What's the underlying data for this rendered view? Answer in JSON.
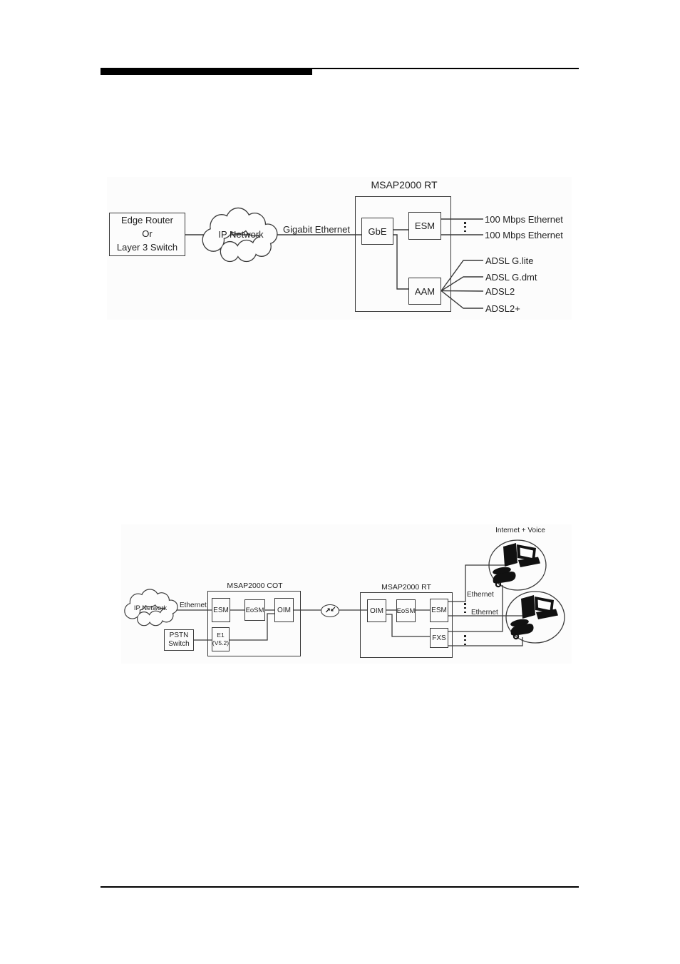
{
  "page": {
    "background": "#ffffff",
    "ink": "#333333"
  },
  "figure1": {
    "title": "MSAP2000 RT",
    "nodes": {
      "edge_router": "Edge Router\nOr\nLayer 3 Switch",
      "ip_network": "IP Network",
      "gbe": "GbE",
      "esm": "ESM",
      "aam": "AAM"
    },
    "labels": {
      "gigabit_ethernet": "Gigabit Ethernet",
      "ethernet_100_top": "100 Mbps Ethernet",
      "ethernet_100_bottom": "100 Mbps Ethernet",
      "adsl_g_lite": "ADSL G.lite",
      "adsl_g_dmt": "ADSL G.dmt",
      "adsl2": "ADSL2",
      "adsl2_plus": "ADSL2+"
    }
  },
  "figure2": {
    "titles": {
      "cot": "MSAP2000 COT",
      "rt": "MSAP2000 RT"
    },
    "nodes": {
      "ip_network": "IP Network",
      "pstn_switch": "PSTN\nSwitch",
      "esm_cot": "ESM",
      "eosm_cot": "EoSM",
      "oim_cot": "OIM",
      "e1_v52": "E1\n(V5.2)",
      "oim_rt": "OIM",
      "eosm_rt": "EoSM",
      "esm_rt": "ESM",
      "fxs": "FXS"
    },
    "labels": {
      "internet_voice": "Internet + Voice",
      "ethernet_uplink": "Ethernet",
      "ethernet_top": "Ethernet",
      "ethernet_bottom": "Ethernet"
    }
  },
  "icons": {
    "arrow_ne": "↗",
    "arrow_sw": "↙",
    "vertical_ellipsis": "⋮"
  }
}
